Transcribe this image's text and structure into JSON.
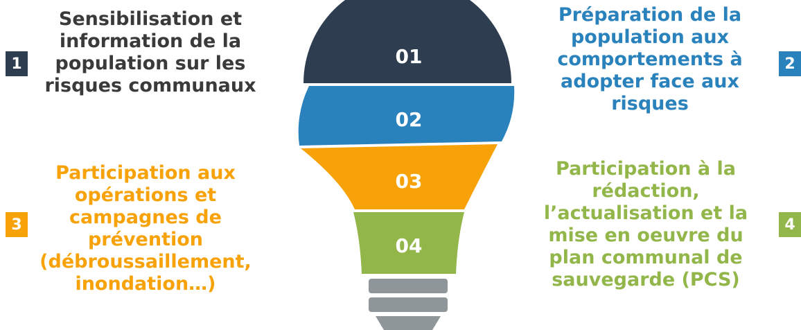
{
  "colors": {
    "dark": "#2e3e50",
    "blue": "#2a82bd",
    "orange": "#f7a208",
    "green": "#93b64a",
    "grey": "#8e9699",
    "text_dark": "#3a3a3a",
    "text_blue": "#2a82bd",
    "text_orange": "#f7a208",
    "text_green": "#93b64a"
  },
  "bulb": {
    "segments": [
      "01",
      "02",
      "03",
      "04"
    ]
  },
  "items": [
    {
      "badge": "1",
      "lines": [
        "Sensibilisation et",
        "information de la",
        "population sur les",
        "risques communaux"
      ]
    },
    {
      "badge": "2",
      "lines": [
        "Préparation de la",
        "population aux",
        "comportements à",
        "adopter face aux",
        "risques"
      ]
    },
    {
      "badge": "3",
      "lines": [
        "Participation aux",
        "opérations et",
        "campagnes de",
        "prévention",
        "(débroussaillement,",
        "inondation…)"
      ]
    },
    {
      "badge": "4",
      "lines": [
        "Participation à la",
        "rédaction,",
        "l’actualisation et la",
        "mise en oeuvre du",
        "plan communal de",
        "sauvegarde (PCS)"
      ]
    }
  ]
}
